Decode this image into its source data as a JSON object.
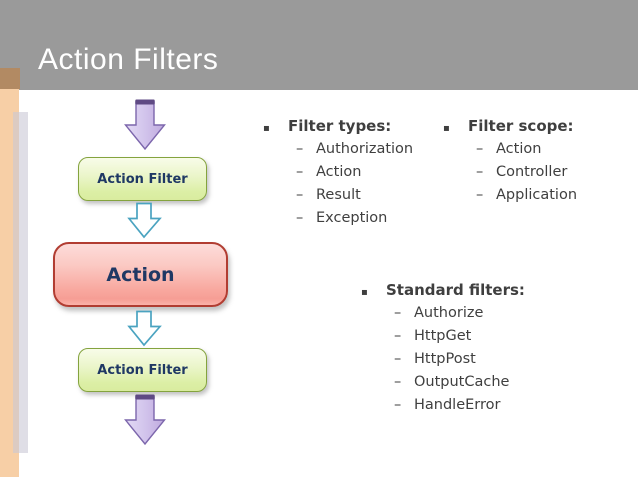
{
  "header": {
    "title": "Action Filters"
  },
  "ui": {
    "bullet": "▪",
    "dash": "–"
  },
  "colors": {
    "header_band": "#9a9a9a",
    "accent_square": "#b28a63",
    "accent_stripe": "#f7cfa6",
    "green_box_border": "#84a33e",
    "red_box_border": "#b13d32",
    "box_text": "#1f3864",
    "body_text": "#3f3f3f",
    "purple_arrow": "#7c66ac",
    "purple_arrow_cap": "#5f4a84",
    "blue_arrow": "#4aa3c0"
  },
  "diagram": {
    "top_filter_label": "Action Filter",
    "action_label": "Action",
    "bottom_filter_label": "Action Filter"
  },
  "lists": {
    "filter_types": {
      "header": "Filter types:",
      "items": [
        "Authorization",
        "Action",
        "Result",
        "Exception"
      ]
    },
    "filter_scope": {
      "header": "Filter scope:",
      "items": [
        "Action",
        "Controller",
        "Application"
      ]
    },
    "standard_filters": {
      "header": "Standard filters:",
      "items": [
        "Authorize",
        "HttpGet",
        "HttpPost",
        "OutputCache",
        "HandleError"
      ]
    }
  }
}
